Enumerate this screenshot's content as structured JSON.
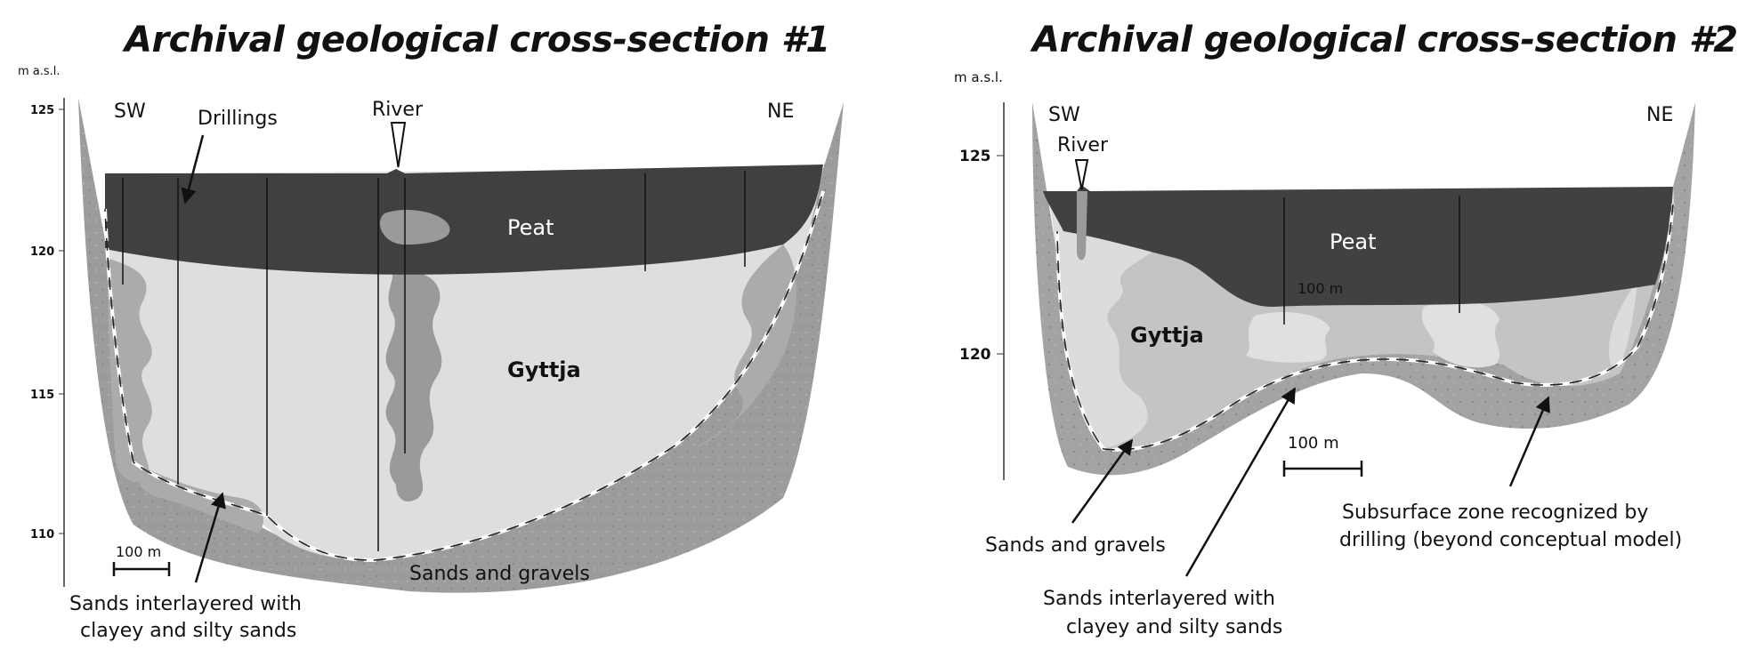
{
  "sections": [
    {
      "title": "Archival geological cross-section #1",
      "axis_unit": "m a.s.l.",
      "ticks": [
        "125",
        "120",
        "115",
        "110"
      ],
      "left_dir": "SW",
      "right_dir": "NE",
      "labels": {
        "drillings": "Drillings",
        "river": "River",
        "peat": "Peat",
        "gyttja": "Gyttja",
        "sands_gravels": "Sands and gravels",
        "interlayered_1": "Sands interlayered with",
        "interlayered_2": "clayey and silty sands"
      },
      "scale": "100 m"
    },
    {
      "title": "Archival geological cross-section #2",
      "axis_unit": "m a.s.l.",
      "ticks": [
        "125",
        "120"
      ],
      "left_dir": "SW",
      "right_dir": "NE",
      "labels": {
        "river": "River",
        "peat": "Peat",
        "gyttja": "Gyttja",
        "inner_scale": "100 m",
        "sands_gravels": "Sands and gravels",
        "interlayered_1": "Sands interlayered with",
        "interlayered_2": "clayey and silty sands",
        "subsurface_1": "Subsurface zone recognized by",
        "subsurface_2": "drilling (beyond conceptual model)"
      },
      "scale": "100 m"
    }
  ],
  "colors": {
    "peat": "#404040",
    "gyttja": "#dcdcdc",
    "interlayer": "#a8a8a8",
    "sands_gravels": "#9a9a9a",
    "inner_zone": "#c4c4c4"
  }
}
